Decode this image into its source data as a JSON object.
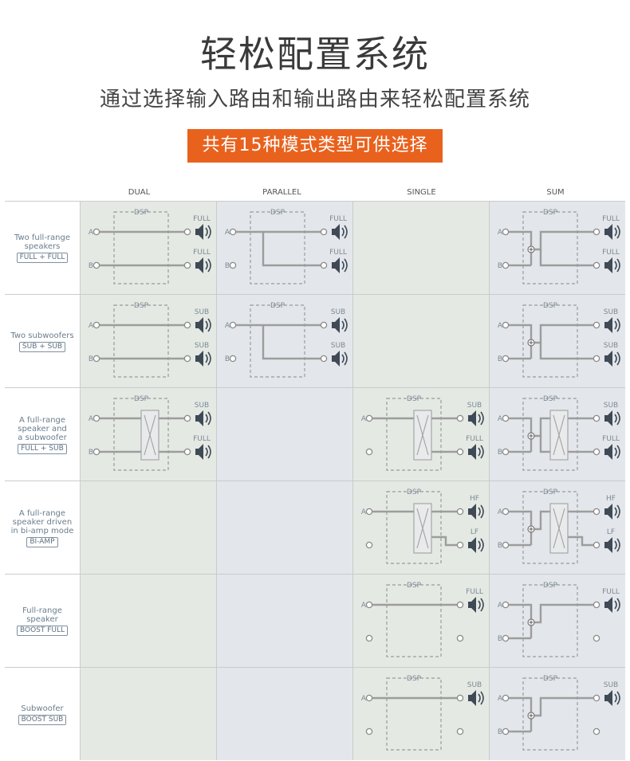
{
  "header": {
    "title": "轻松配置系统",
    "subtitle": "通过选择输入路由和输出路由来轻松配置系统",
    "badge": "共有15种模式类型可供选择"
  },
  "columns": [
    "DUAL",
    "PARALLEL",
    "SINGLE",
    "SUM"
  ],
  "rows": [
    {
      "label": "Two full-range\nspeakers",
      "tag": "FULL + FULL",
      "cells": [
        {
          "type": "dual",
          "outs": [
            "FULL",
            "FULL"
          ]
        },
        {
          "type": "parallel",
          "outs": [
            "FULL",
            "FULL"
          ]
        },
        {
          "type": "empty"
        },
        {
          "type": "sum",
          "outs": [
            "FULL",
            "FULL"
          ]
        }
      ]
    },
    {
      "label": "Two subwoofers",
      "tag": "SUB + SUB",
      "cells": [
        {
          "type": "dual",
          "outs": [
            "SUB",
            "SUB"
          ]
        },
        {
          "type": "parallel",
          "outs": [
            "SUB",
            "SUB"
          ]
        },
        {
          "type": "empty"
        },
        {
          "type": "sum",
          "outs": [
            "SUB",
            "SUB"
          ]
        }
      ]
    },
    {
      "label": "A full-range\nspeaker and\na subwoofer",
      "tag": "FULL + SUB",
      "cells": [
        {
          "type": "dualx",
          "outs": [
            "SUB",
            "FULL"
          ]
        },
        {
          "type": "empty"
        },
        {
          "type": "singlex",
          "outs": [
            "SUB",
            "FULL"
          ]
        },
        {
          "type": "sumx",
          "outs": [
            "SUB",
            "FULL"
          ]
        }
      ]
    },
    {
      "label": "A full-range\nspeaker driven\nin bi-amp mode",
      "tag": "BI-AMP",
      "cells": [
        {
          "type": "empty"
        },
        {
          "type": "empty"
        },
        {
          "type": "singlebi",
          "outs": [
            "HF",
            "LF"
          ]
        },
        {
          "type": "sumbi",
          "outs": [
            "HF",
            "LF"
          ]
        }
      ]
    },
    {
      "label": "Full-range\nspeaker",
      "tag": "BOOST FULL",
      "cells": [
        {
          "type": "empty"
        },
        {
          "type": "empty"
        },
        {
          "type": "single1",
          "outs": [
            "FULL"
          ]
        },
        {
          "type": "sum1",
          "outs": [
            "FULL"
          ]
        }
      ]
    },
    {
      "label": "Subwoofer",
      "tag": "BOOST SUB",
      "cells": [
        {
          "type": "empty"
        },
        {
          "type": "empty"
        },
        {
          "type": "single1",
          "outs": [
            "SUB"
          ]
        },
        {
          "type": "sum1",
          "outs": [
            "SUB"
          ]
        }
      ]
    }
  ],
  "diagram_text": {
    "dsp": "DSP",
    "in_a": "A",
    "in_b": "B"
  }
}
